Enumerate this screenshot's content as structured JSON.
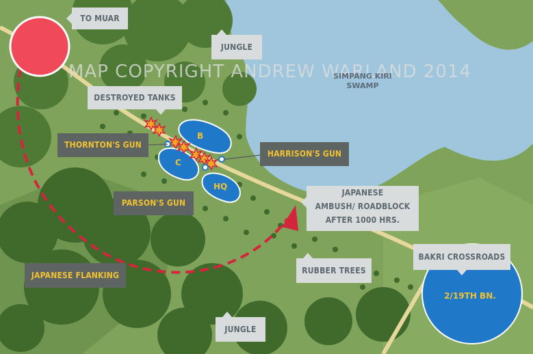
{
  "watermark": "MAP COPYRIGHT ANDREW WARLAND 2014",
  "swamp_label": "SIMPANG KIRI SWAMP",
  "labels": {
    "to_muar": "TO MUAR",
    "jungle_top": "JUNGLE",
    "destroyed_tanks": "DESTROYED TANKS",
    "thornton": "THORNTON'S GUN",
    "harrison": "HARRISON'S GUN",
    "japanese_ambush": [
      "JAPANESE",
      "AMBUSH/ ROADBLOCK",
      "AFTER 1000 HRS."
    ],
    "parson": "PARSON'S GUN",
    "rubber_trees": "RUBBER TREES",
    "bakri": "BAKRI CROSSROADS",
    "japanese_flanking": "JAPANESE FLANKING",
    "jungle_bottom": "JUNGLE"
  },
  "units": {
    "b": "B",
    "c": "C",
    "hq": "HQ",
    "battalion": "2/19TH BN."
  },
  "colors": {
    "grass": "#7fa35a",
    "jungle": "#4f7a36",
    "water": "#9fc6dc",
    "road": "#e6d89a",
    "company": "#1f78c8",
    "japanese": "#f04a5a",
    "flank_arrow": "#d3263c",
    "explosion": "#f5a623",
    "callout_light": "#d9dcdc",
    "callout_dark": "#5e6461",
    "callout_gold": "#f1c232"
  }
}
